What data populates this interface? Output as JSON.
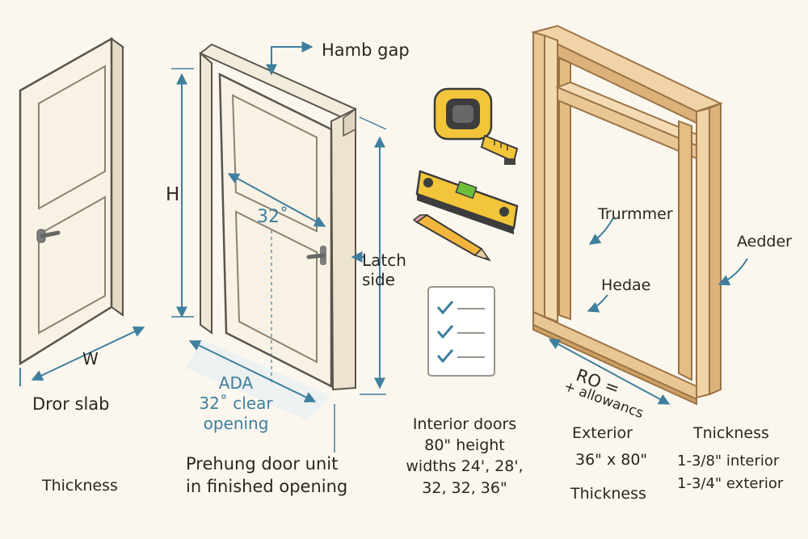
{
  "labels": {
    "door_slab": "Dror slab",
    "width_mark": "W",
    "height_mark": "H",
    "jamb_gap": "Hamb gap",
    "clear_width": "32˚",
    "latch_side": "Latch\nside",
    "ada_clear": "ADA\n32˚ clear\nopening",
    "prehung_caption": "Prehung door unit\nin finished opening",
    "thickness_1": "Thickness",
    "trimmer": "Trurmmer",
    "header_right": "Aedder",
    "header_inner": "Hedae",
    "ro": "RO =",
    "allowance": "+ allowancs",
    "interior_caption": "Interior doors\n80\" height\nwidths 24', 28',\n32, 32, 36\"",
    "exterior_title": "Exterior",
    "exterior_size": "36\" x 80\"",
    "thickness_2": "Thickness",
    "thickness_title": "Tnickness",
    "thickness_values": "1-3/8\" interior\n1-3/4\" exterior"
  },
  "icons": [
    "tape-measure-icon",
    "level-icon",
    "pencil-icon",
    "checklist-icon"
  ],
  "colors": {
    "background": "#fbf7ee",
    "door": "#f7f2e4",
    "outline": "#5b544c",
    "wood": "#e9c795",
    "dimension_blue": "#3f7f9e",
    "tool_yellow": "#f2c53a"
  }
}
